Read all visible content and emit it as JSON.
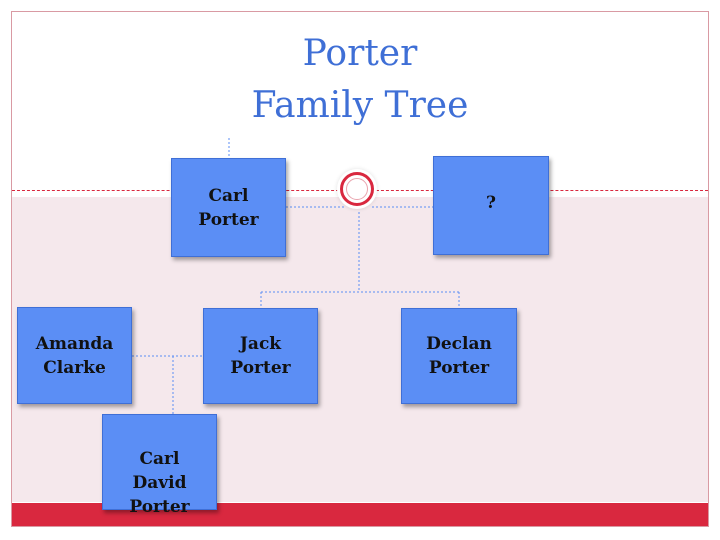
{
  "title": {
    "line1": "Porter",
    "line2": "Family Tree"
  },
  "people": {
    "carl_porter": "Carl\nPorter",
    "unknown_spouse": "?",
    "amanda_clarke": "Amanda\nClarke",
    "jack_porter": "Jack\nPorter",
    "declan_porter": "Declan\nPorter",
    "carl_david_porter": "Carl\nDavid\nPorter"
  },
  "colors": {
    "title": "#3f6fd6",
    "node_fill": "#5b8ef5",
    "connector": "#5b8ef5",
    "accent_red": "#d9283f",
    "lower_band": "#f5e8ec"
  }
}
